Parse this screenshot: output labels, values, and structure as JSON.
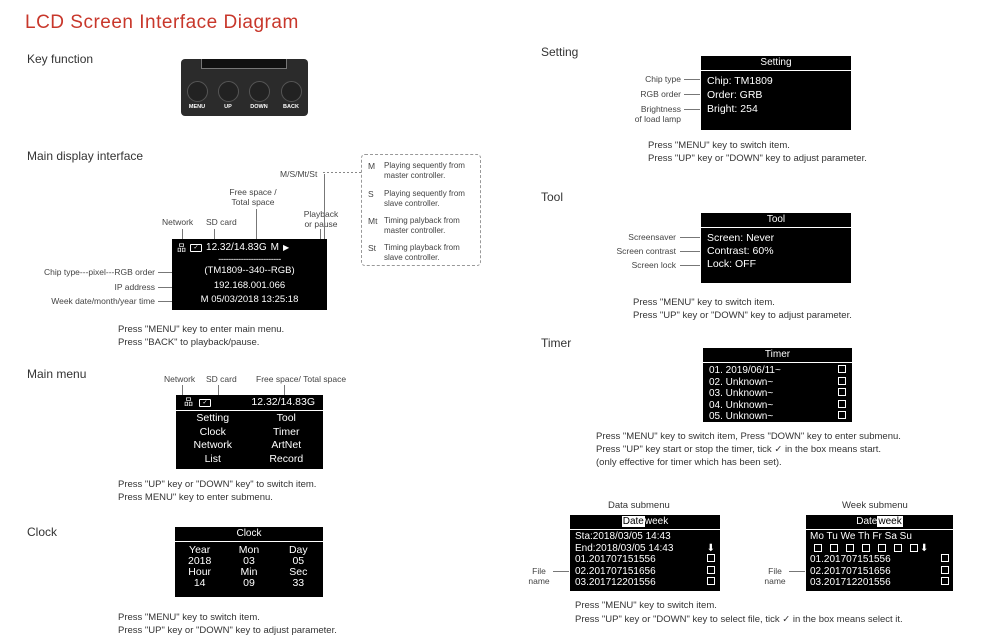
{
  "title": "LCD Screen Interface Diagram",
  "sections": {
    "key_function": "Key function",
    "main_display": "Main display interface",
    "main_menu": "Main menu",
    "clock": "Clock",
    "setting": "Setting",
    "tool": "Tool",
    "timer": "Timer"
  },
  "keys": [
    "MENU",
    "UP",
    "DOWN",
    "BACK"
  ],
  "main_display": {
    "labels": {
      "network": "Network",
      "sd_card": "SD card",
      "free_space": "Free space /\nTotal space",
      "msmtst": "M/S/Mt/St",
      "playback": "Playback\nor pause",
      "chip_type": "Chip type---pixel---RGB order",
      "ip_address": "IP address",
      "week": "Week  date/month/year time"
    },
    "screen": {
      "space": "12.32/14.83G",
      "mode": "M",
      "dashes": "-------------------------",
      "chip": "(TM1809--340--RGB)",
      "ip": "192.168.001.066",
      "datetime": "M 05/03/2018  13:25:18"
    },
    "legend": [
      {
        "key": "M",
        "text": "Playing sequently from\nmaster controller."
      },
      {
        "key": "S",
        "text": "Playing sequently from\nslave controller."
      },
      {
        "key": "Mt",
        "text": "Timing palyback from\nmaster controller."
      },
      {
        "key": "St",
        "text": "Timing playback from\nslave controller."
      }
    ],
    "note": "Press \"MENU\" key to enter main menu.\nPress \"BACK\" to playback/pause."
  },
  "main_menu": {
    "labels": {
      "network": "Network",
      "sd_card": "SD card",
      "free_space": "Free space/ Total space"
    },
    "space": "12.32/14.83G",
    "items": [
      "Setting",
      "Tool",
      "Clock",
      "Timer",
      "Network",
      "ArtNet",
      "List",
      "Record"
    ],
    "note": "Press \"UP\" key or \"DOWN\" key\" to switch item.\nPress MENU\" key to enter submenu."
  },
  "clock": {
    "header": "Clock",
    "cells": [
      "Year",
      "Mon",
      "Day",
      "2018",
      "03",
      "05",
      "Hour",
      "Min",
      "Sec",
      "14",
      "09",
      "33"
    ],
    "note": "Press \"MENU\" key to switch item.\nPress \"UP\" key or \"DOWN\" key to adjust parameter."
  },
  "setting": {
    "header": "Setting",
    "labels": {
      "chip_type": "Chip type",
      "rgb_order": "RGB order",
      "brightness": "Brightness\nof load lamp"
    },
    "rows": [
      "Chip:   TM1809",
      "Order:   GRB",
      "Bright:    254"
    ],
    "note": "Press \"MENU\" key to switch item.\nPress \"UP\" key or \"DOWN\" key to adjust parameter."
  },
  "tool": {
    "header": "Tool",
    "labels": {
      "screensaver": "Screensaver",
      "contrast": "Screen contrast",
      "lock": "Screen lock"
    },
    "rows": [
      "Screen:   Never",
      "Contrast:  60%",
      "Lock:       OFF"
    ],
    "note": "Press \"MENU\" key to switch item.\nPress \"UP\" key or \"DOWN\" key to adjust parameter."
  },
  "timer": {
    "header": "Timer",
    "rows": [
      "01. 2019/06/11~",
      "02. Unknown~",
      "03. Unknown~",
      "04. Unknown~",
      "05. Unknown~"
    ],
    "note1": "Press \"MENU\" key to switch item, Press \"DOWN\" key to enter submenu.",
    "note2a": "Press \"UP\" key start or stop the timer, tick",
    "note2b": "in the box means start.",
    "note3": "(only effective for  timer which has been set).",
    "tick": "✓"
  },
  "data_submenu": {
    "title": "Data submenu",
    "header_a": "Date",
    "header_b": "week",
    "sta": "Sta:2018/03/05  14:43",
    "end": "End:2018/03/05  14:43",
    "files": [
      "01.201707151556",
      "02.201707151656",
      "03.201712201556"
    ],
    "file_label": "File\nname"
  },
  "week_submenu": {
    "title": "Week submenu",
    "header_a": "Date",
    "header_b": "week",
    "days": "Mo Tu We Th Fr Sa Su",
    "files": [
      "01.201707151556",
      "02.201707151656",
      "03.201712201556"
    ],
    "file_label": "File\nname"
  },
  "bottom_note1": "Press \"MENU\" key to switch item.",
  "bottom_note2a": "Press \"UP\" key or \"DOWN\" key to select file,  tick",
  "bottom_note2b": "in the box means select it.",
  "tick": "✓",
  "arrow": "🡇"
}
